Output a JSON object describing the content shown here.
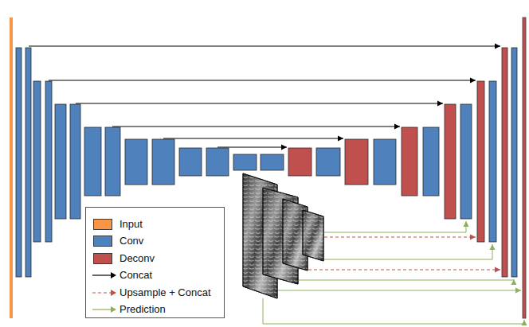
{
  "diagram": {
    "legend": [
      {
        "text": "Input",
        "color": "#f79646"
      },
      {
        "text": "Conv",
        "color": "#4f81bd"
      },
      {
        "text": "Deconv",
        "color": "#c0504d"
      },
      {
        "text": "Concat"
      },
      {
        "text": "Upsample + Concat"
      },
      {
        "text": "Prediction"
      }
    ]
  }
}
